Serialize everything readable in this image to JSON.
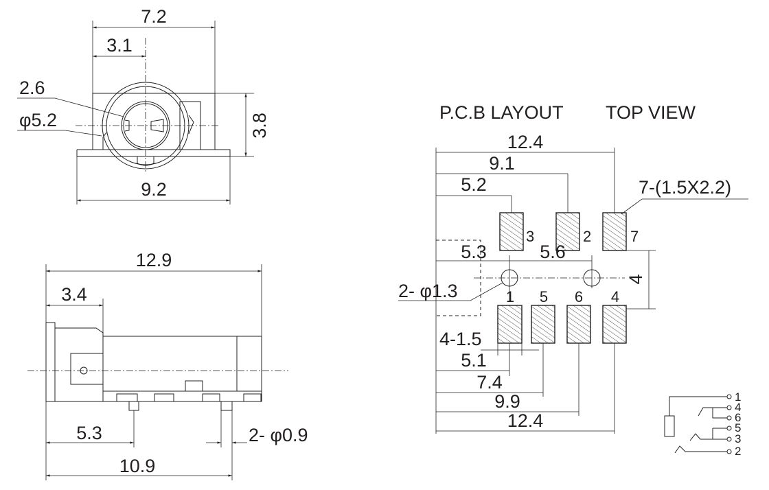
{
  "front_view": {
    "width_total": "7.2",
    "center_offset": "3.1",
    "inner_dia": "2.6",
    "outer_dia": "φ5.2",
    "height": "3.8",
    "base_width": "9.2"
  },
  "side_view": {
    "length_total": "12.9",
    "front_offset": "3.4",
    "pin1_offset": "5.3",
    "pin_dia": "2- φ0.9",
    "pin2_offset": "10.9"
  },
  "pcb_layout": {
    "title": "P.C.B LAYOUT",
    "view_title": "TOP VIEW",
    "dims_top": [
      "12.4",
      "9.1",
      "5.2"
    ],
    "pad_spec": "7-(1.5X2.2)",
    "hole_dims": [
      "5.3",
      "5.6"
    ],
    "hole_spec": "2- φ1.3",
    "row_spacing": "4",
    "pad_width": "4-1.5",
    "dims_bottom": [
      "5.1",
      "7.4",
      "9.9",
      "12.4"
    ],
    "top_pads": [
      "3",
      "2",
      "7"
    ],
    "bottom_pads": [
      "1",
      "5",
      "6",
      "4"
    ]
  },
  "schematic": {
    "pins": [
      "1",
      "4",
      "6",
      "5",
      "3",
      "2"
    ]
  }
}
